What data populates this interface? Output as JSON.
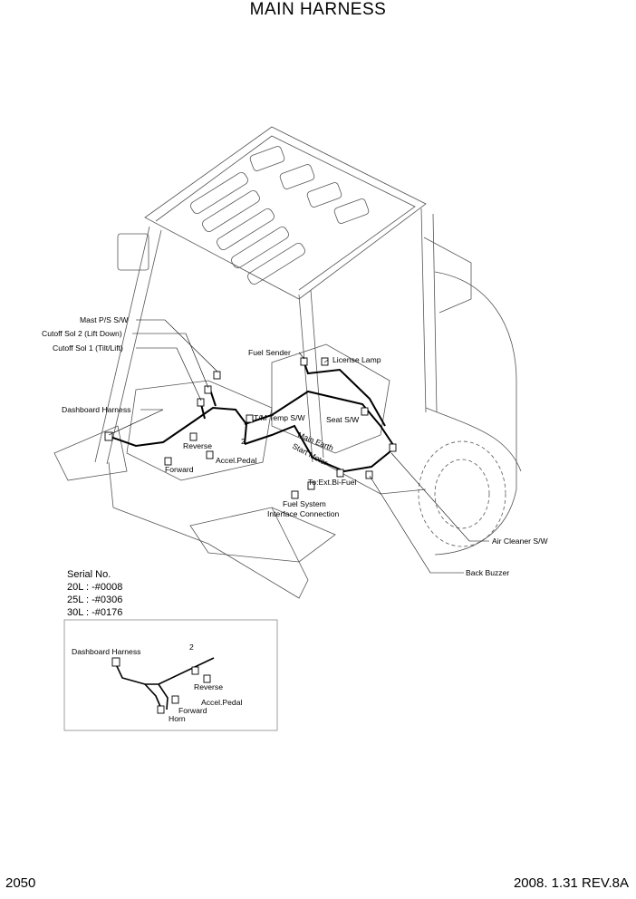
{
  "title": "MAIN HARNESS",
  "callouts": {
    "mast_ps_sw": "Mast P/S S/W",
    "cutoff_sol_2": "Cutoff Sol 2 (Lift Down)",
    "cutoff_sol_1": "Cutoff Sol 1 (Tilt/Lift)",
    "dashboard_harness": "Dashboard Harness",
    "fuel_sender": "Fuel Sender",
    "license_lamp": "License Lamp",
    "tm_temp_sw": "T/M Temp S/W",
    "seat_sw": "Seat S/W",
    "reverse": "Reverse",
    "accel_pedal": "Accel.Pedal",
    "forward": "Forward",
    "main_earth": "Main Earth",
    "start_motor": "Start Motor",
    "to_ext_bi_fuel": "To:Ext.Bi-Fuel",
    "fuel_system": "Fuel System",
    "interface_connection": "Interface Connection",
    "air_cleaner_sw": "Air Cleaner S/W",
    "back_buzzer": "Back Buzzer",
    "detail_ref": "2"
  },
  "serial": {
    "heading": "Serial No.",
    "lines": [
      "20L : -#0008",
      "25L : -#0306",
      "30L : -#0176"
    ]
  },
  "detail": {
    "ref": "2",
    "dashboard_harness": "Dashboard Harness",
    "reverse": "Reverse",
    "accel_pedal": "Accel.Pedal",
    "forward": "Forward",
    "horn": "Horn"
  },
  "footer": {
    "page_number": "2050",
    "revision": "2008. 1.31 REV.8A"
  }
}
